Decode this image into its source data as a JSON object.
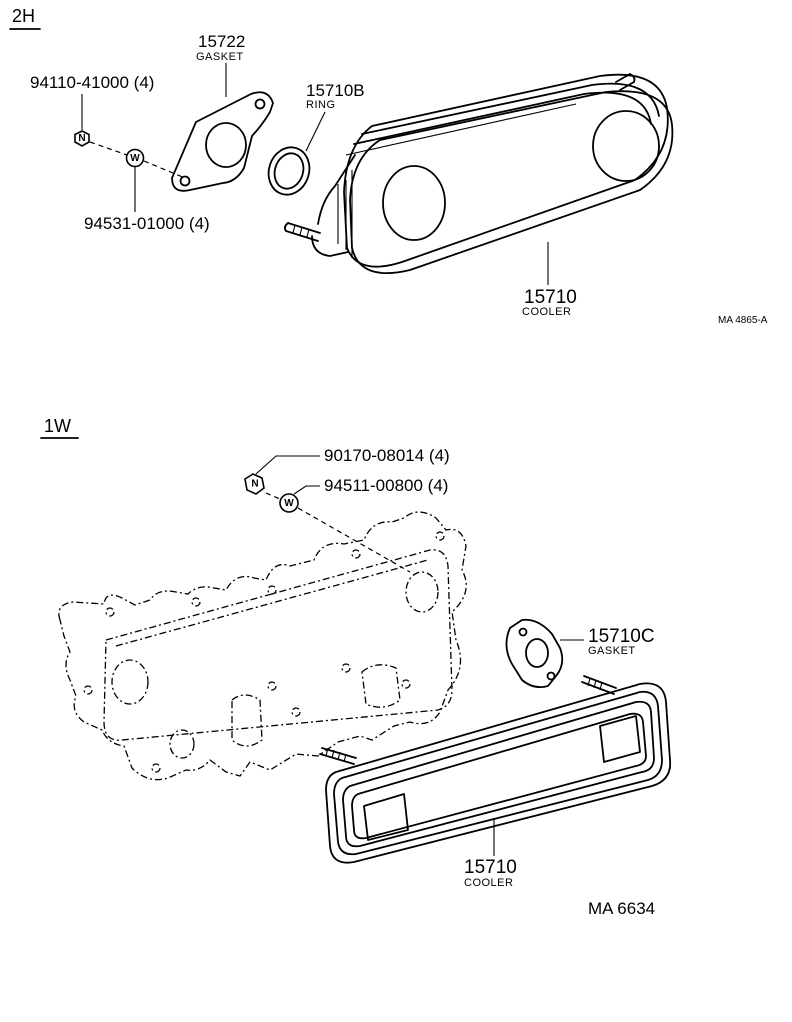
{
  "sections": {
    "top": {
      "label": "2H",
      "code": "MA 4865-A"
    },
    "bottom": {
      "label": "1W",
      "code": "MA 6634"
    }
  },
  "top_parts": {
    "nut": {
      "number": "94110-41000 (4)",
      "symbol": "N"
    },
    "washer": {
      "number": "94531-01000 (4)",
      "symbol": "W"
    },
    "gasket": {
      "number": "15722",
      "name": "GASKET"
    },
    "ring": {
      "number": "15710B",
      "name": "RING"
    },
    "cooler": {
      "number": "15710",
      "name": "COOLER"
    }
  },
  "bottom_parts": {
    "nut": {
      "number": "90170-08014 (4)",
      "symbol": "N"
    },
    "washer": {
      "number": "94511-00800 (4)",
      "symbol": "W"
    },
    "gasket": {
      "number": "15710C",
      "name": "GASKET"
    },
    "cooler": {
      "number": "15710",
      "name": "COOLER"
    }
  }
}
